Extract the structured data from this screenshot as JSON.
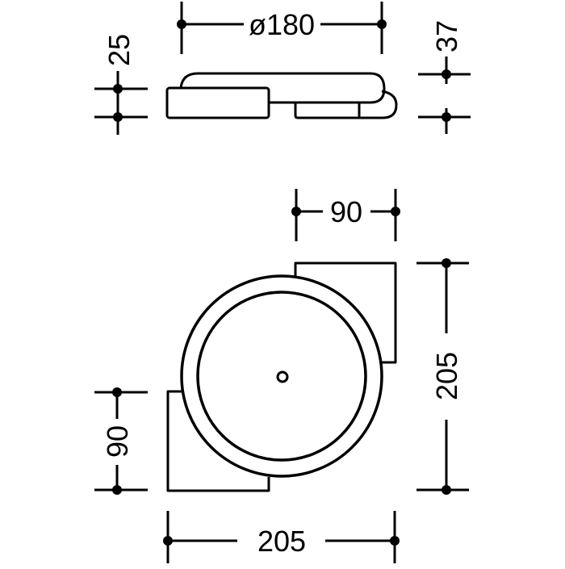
{
  "drawing": {
    "type": "technical dimension drawing",
    "stroke_color": "#000000",
    "background": "#ffffff",
    "side_view": {
      "dimensions": {
        "diameter": "ø180",
        "height_left": "25",
        "height_right": "37"
      }
    },
    "top_view": {
      "dimensions": {
        "top_width": "90",
        "left_height": "90",
        "right_height": "205",
        "bottom_width": "205"
      }
    }
  }
}
